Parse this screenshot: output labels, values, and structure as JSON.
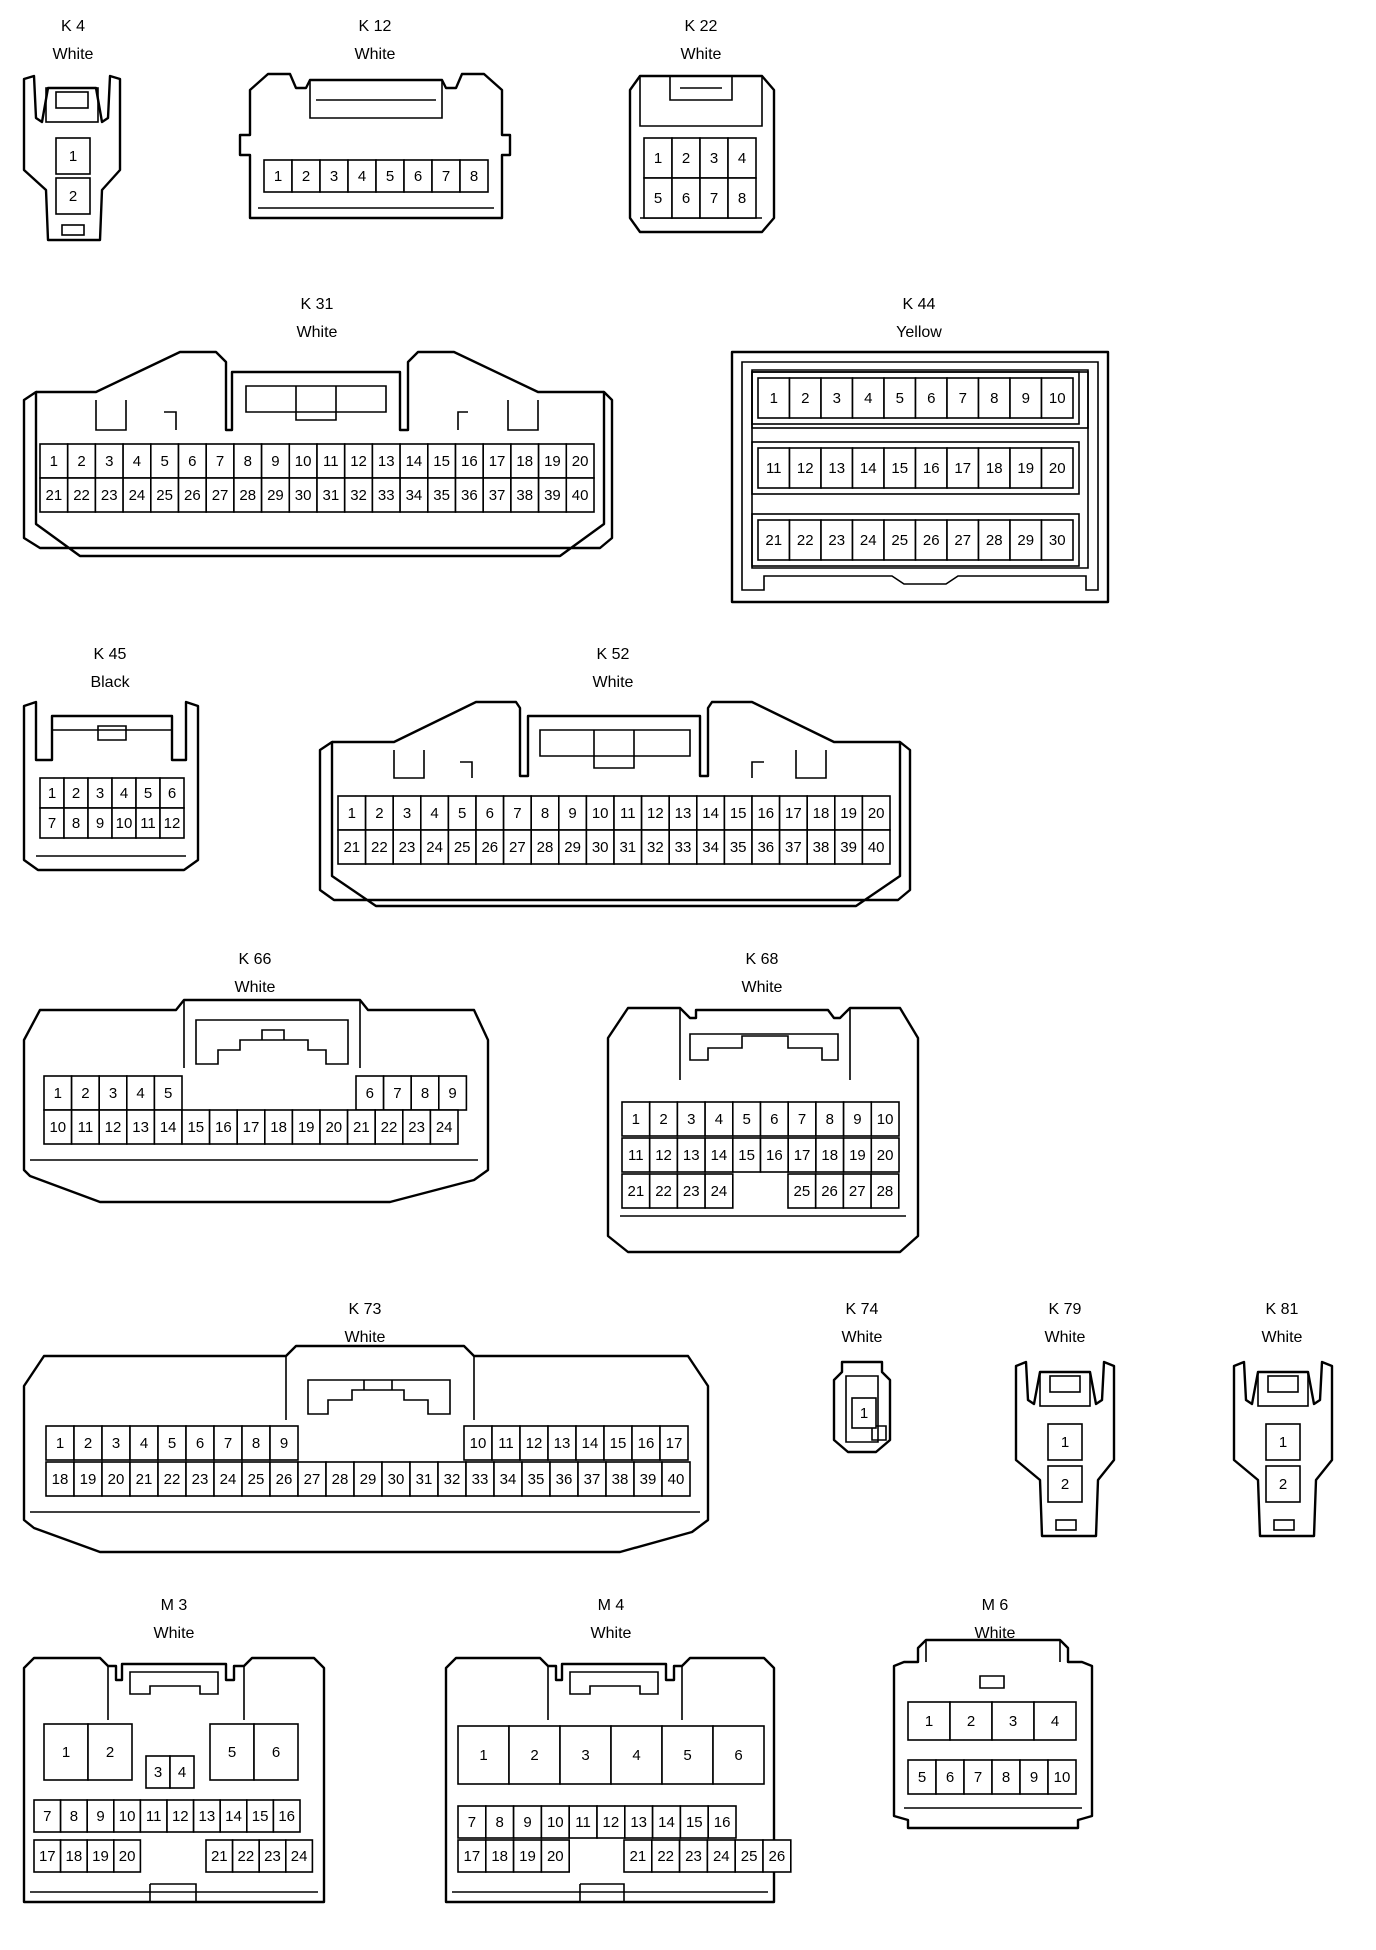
{
  "connectors": [
    {
      "id": "K 4",
      "color": "White",
      "pins": [
        "1",
        "2"
      ]
    },
    {
      "id": "K 12",
      "color": "White",
      "pins": [
        "1",
        "2",
        "3",
        "4",
        "5",
        "6",
        "7",
        "8"
      ]
    },
    {
      "id": "K 22",
      "color": "White",
      "pins": [
        "1",
        "2",
        "3",
        "4",
        "5",
        "6",
        "7",
        "8"
      ]
    },
    {
      "id": "K 31",
      "color": "White",
      "pins": [
        "1",
        "2",
        "3",
        "4",
        "5",
        "6",
        "7",
        "8",
        "9",
        "10",
        "11",
        "12",
        "13",
        "14",
        "15",
        "16",
        "17",
        "18",
        "19",
        "20",
        "21",
        "22",
        "23",
        "24",
        "25",
        "26",
        "27",
        "28",
        "29",
        "30",
        "31",
        "32",
        "33",
        "34",
        "35",
        "36",
        "37",
        "38",
        "39",
        "40"
      ]
    },
    {
      "id": "K 44",
      "color": "Yellow",
      "pins": [
        "1",
        "2",
        "3",
        "4",
        "5",
        "6",
        "7",
        "8",
        "9",
        "10",
        "11",
        "12",
        "13",
        "14",
        "15",
        "16",
        "17",
        "18",
        "19",
        "20",
        "21",
        "22",
        "23",
        "24",
        "25",
        "26",
        "27",
        "28",
        "29",
        "30"
      ]
    },
    {
      "id": "K 45",
      "color": "Black",
      "pins": [
        "1",
        "2",
        "3",
        "4",
        "5",
        "6",
        "7",
        "8",
        "9",
        "10",
        "11",
        "12"
      ]
    },
    {
      "id": "K 52",
      "color": "White",
      "pins": [
        "1",
        "2",
        "3",
        "4",
        "5",
        "6",
        "7",
        "8",
        "9",
        "10",
        "11",
        "12",
        "13",
        "14",
        "15",
        "16",
        "17",
        "18",
        "19",
        "20",
        "21",
        "22",
        "23",
        "24",
        "25",
        "26",
        "27",
        "28",
        "29",
        "30",
        "31",
        "32",
        "33",
        "34",
        "35",
        "36",
        "37",
        "38",
        "39",
        "40"
      ]
    },
    {
      "id": "K 66",
      "color": "White",
      "pins": [
        "1",
        "2",
        "3",
        "4",
        "5",
        "6",
        "7",
        "8",
        "9",
        "10",
        "11",
        "12",
        "13",
        "14",
        "15",
        "16",
        "17",
        "18",
        "19",
        "20",
        "21",
        "22",
        "23",
        "24"
      ]
    },
    {
      "id": "K 68",
      "color": "White",
      "pins": [
        "1",
        "2",
        "3",
        "4",
        "5",
        "6",
        "7",
        "8",
        "9",
        "10",
        "11",
        "12",
        "13",
        "14",
        "15",
        "16",
        "17",
        "18",
        "19",
        "20",
        "21",
        "22",
        "23",
        "24",
        "25",
        "26",
        "27",
        "28"
      ]
    },
    {
      "id": "K 73",
      "color": "White",
      "pins": [
        "1",
        "2",
        "3",
        "4",
        "5",
        "6",
        "7",
        "8",
        "9",
        "10",
        "11",
        "12",
        "13",
        "14",
        "15",
        "16",
        "17",
        "18",
        "19",
        "20",
        "21",
        "22",
        "23",
        "24",
        "25",
        "26",
        "27",
        "28",
        "29",
        "30",
        "31",
        "32",
        "33",
        "34",
        "35",
        "36",
        "37",
        "38",
        "39",
        "40"
      ]
    },
    {
      "id": "K 74",
      "color": "White",
      "pins": [
        "1"
      ]
    },
    {
      "id": "K 79",
      "color": "White",
      "pins": [
        "1",
        "2"
      ]
    },
    {
      "id": "K 81",
      "color": "White",
      "pins": [
        "1",
        "2"
      ]
    },
    {
      "id": "M 3",
      "color": "White",
      "pins": [
        "1",
        "2",
        "3",
        "4",
        "5",
        "6",
        "7",
        "8",
        "9",
        "10",
        "11",
        "12",
        "13",
        "14",
        "15",
        "16",
        "17",
        "18",
        "19",
        "20",
        "21",
        "22",
        "23",
        "24"
      ]
    },
    {
      "id": "M 4",
      "color": "White",
      "pins": [
        "1",
        "2",
        "3",
        "4",
        "5",
        "6",
        "7",
        "8",
        "9",
        "10",
        "11",
        "12",
        "13",
        "14",
        "15",
        "16",
        "17",
        "18",
        "19",
        "20",
        "21",
        "22",
        "23",
        "24",
        "25",
        "26"
      ]
    },
    {
      "id": "M 6",
      "color": "White",
      "pins": [
        "1",
        "2",
        "3",
        "4",
        "5",
        "6",
        "7",
        "8",
        "9",
        "10"
      ]
    }
  ]
}
